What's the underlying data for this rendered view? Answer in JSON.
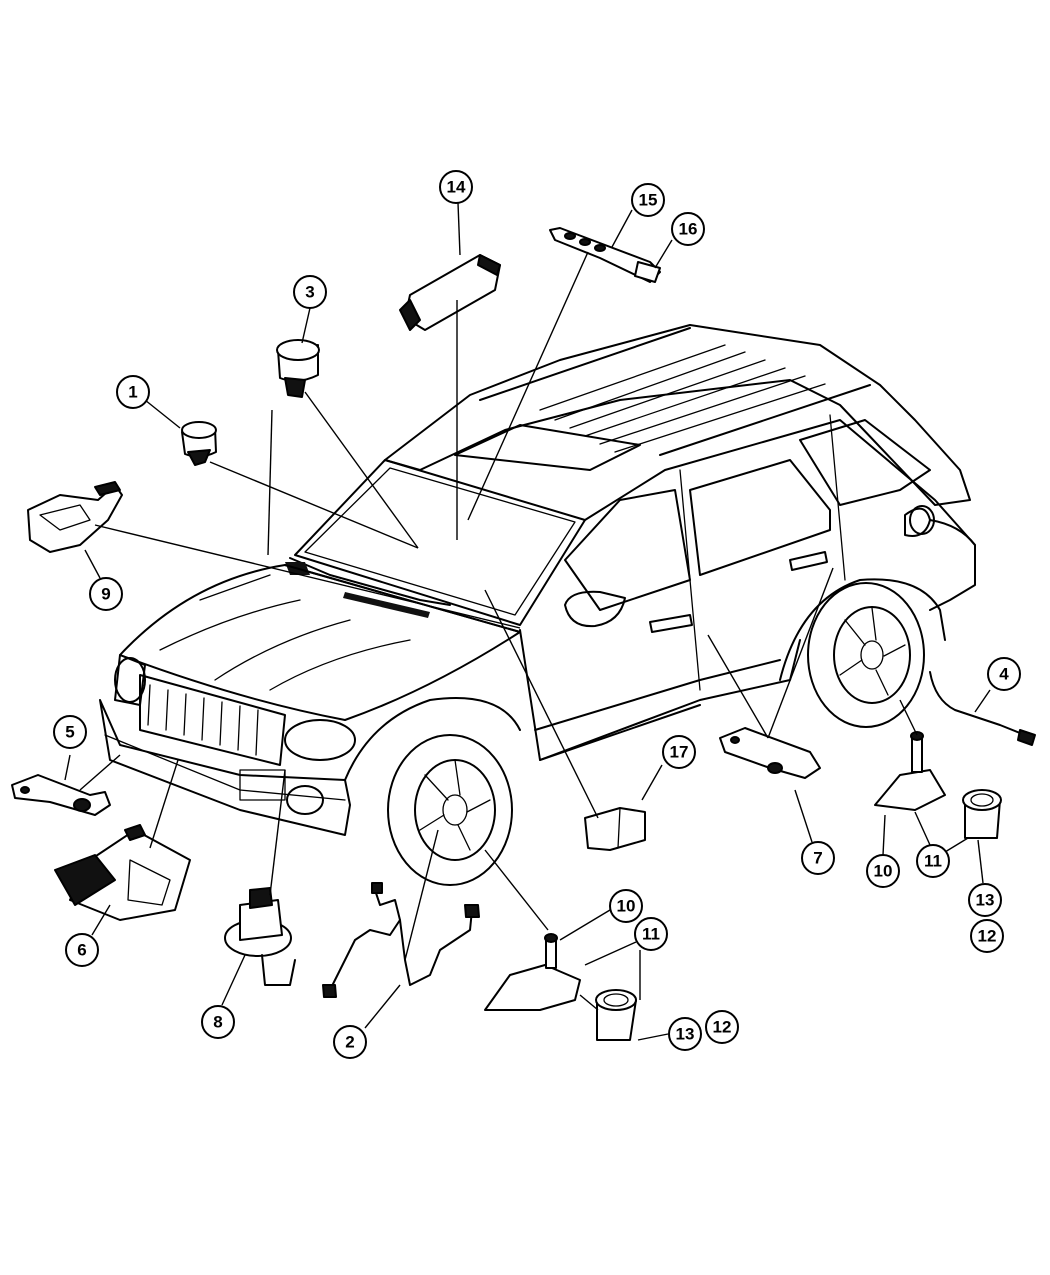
{
  "diagram": {
    "callouts": [
      {
        "id": "c1",
        "label": "1"
      },
      {
        "id": "c2",
        "label": "2"
      },
      {
        "id": "c3",
        "label": "3"
      },
      {
        "id": "c4",
        "label": "4"
      },
      {
        "id": "c5",
        "label": "5"
      },
      {
        "id": "c6",
        "label": "6"
      },
      {
        "id": "c7",
        "label": "7"
      },
      {
        "id": "c8",
        "label": "8"
      },
      {
        "id": "c9",
        "label": "9"
      },
      {
        "id": "c10a",
        "label": "10"
      },
      {
        "id": "c10b",
        "label": "10"
      },
      {
        "id": "c11a",
        "label": "11"
      },
      {
        "id": "c11b",
        "label": "11"
      },
      {
        "id": "c12a",
        "label": "12"
      },
      {
        "id": "c12b",
        "label": "12"
      },
      {
        "id": "c13a",
        "label": "13"
      },
      {
        "id": "c13b",
        "label": "13"
      },
      {
        "id": "c14",
        "label": "14"
      },
      {
        "id": "c15",
        "label": "15"
      },
      {
        "id": "c16",
        "label": "16"
      },
      {
        "id": "c17",
        "label": "17"
      }
    ]
  }
}
